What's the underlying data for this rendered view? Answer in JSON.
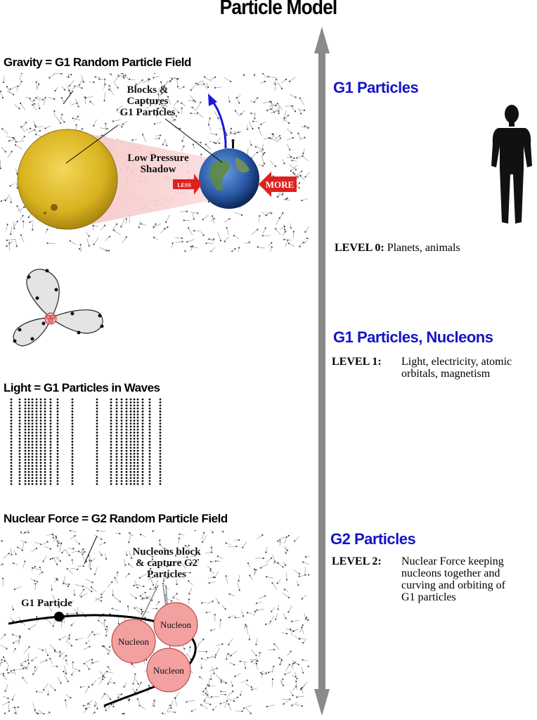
{
  "title": "Particle Model",
  "gravity": {
    "heading": "Gravity = G1 Random Particle Field",
    "blocks_label_1": "Blocks &",
    "blocks_label_2": "Captures",
    "blocks_label_3": "G1 Particles",
    "shadow_label_1": "Low Pressure",
    "shadow_label_2": "Shadow",
    "less_label": "LESS",
    "more_label": "MORE"
  },
  "light": {
    "heading": "Light = G1 Particles in Waves"
  },
  "nuclear": {
    "heading": "Nuclear Force = G2 Random Particle Field",
    "nucleons_label_1": "Nucleons block",
    "nucleons_label_2": "& capture G2",
    "nucleons_label_3": "Particles",
    "g1_particle_label": "G1 Particle",
    "nucleon_label": "Nucleon"
  },
  "levels": [
    {
      "heading": "G1 Particles",
      "level": "LEVEL 0:",
      "desc": "Planets, animals"
    },
    {
      "heading": "G1 Particles, Nucleons",
      "level": "LEVEL 1:",
      "desc_1": "Light, electricity, atomic",
      "desc_2": "orbitals, magnetism"
    },
    {
      "heading": "G2 Particles",
      "level": "LEVEL 2:",
      "desc_1": "Nuclear Force keeping",
      "desc_2": "nucleons together and",
      "desc_3": "curving and orbiting of",
      "desc_4": "G1 particles"
    }
  ],
  "colors": {
    "accent_blue": "#1414c8",
    "axis_gray": "#8a8a8a",
    "more_red": "#e02020",
    "nucleon_fill": "#f2a0a0",
    "sun_yellow": "#d9b21e"
  }
}
